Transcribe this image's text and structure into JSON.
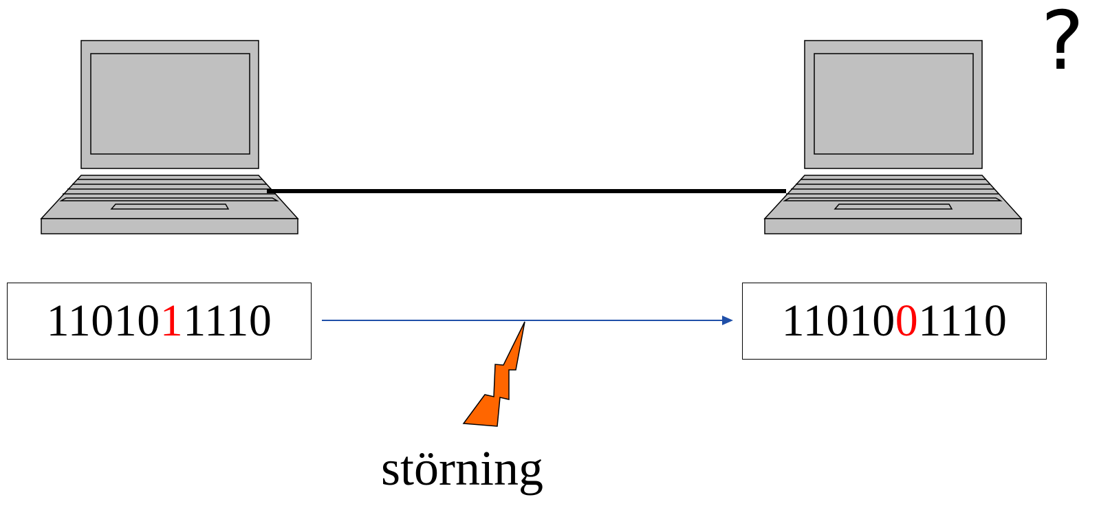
{
  "sender": {
    "bits_before": "11010",
    "bit_error": "1",
    "bits_after": "1110"
  },
  "receiver": {
    "bits_before": "11010",
    "bit_error": "0",
    "bits_after": "1110"
  },
  "noise_label": "störning",
  "question": "?",
  "colors": {
    "laptop_fill": "#c0c0c0",
    "laptop_stroke": "#000000",
    "arrow": "#1f4fa8",
    "error_bit": "#ff0000",
    "lightning": "#ff6600"
  },
  "icons": [
    "laptop-icon",
    "lightning-bolt-icon",
    "arrow-right-icon"
  ]
}
